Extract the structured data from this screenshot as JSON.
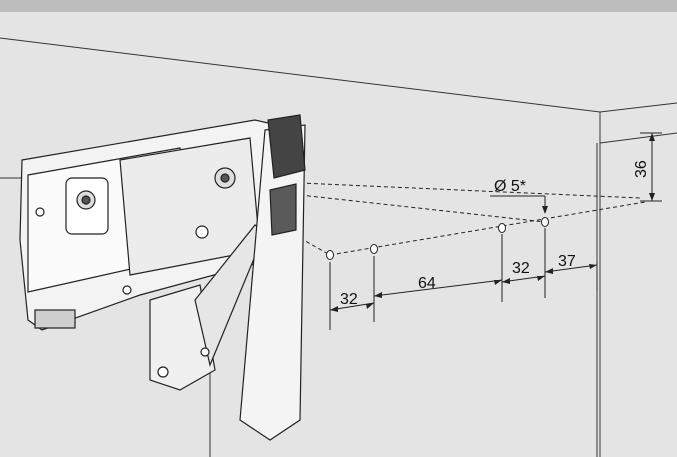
{
  "drawing": {
    "dimensions": {
      "hole_diameter": "Ø 5*",
      "top_offset": "36",
      "spacing_a": "32",
      "spacing_b": "64",
      "spacing_c": "32",
      "edge_offset": "37"
    }
  }
}
